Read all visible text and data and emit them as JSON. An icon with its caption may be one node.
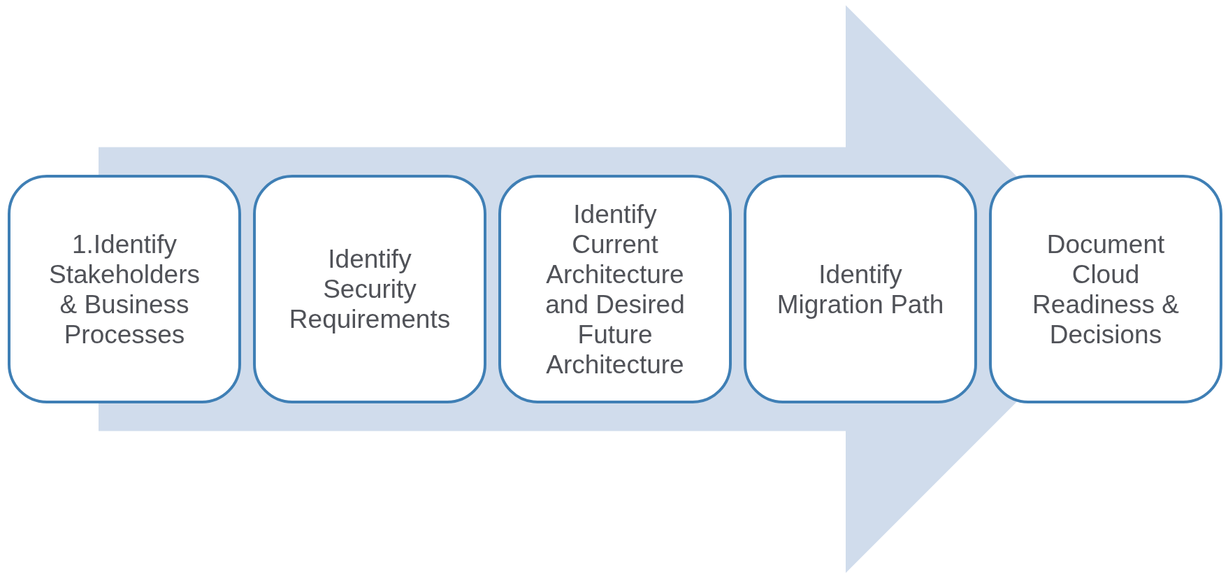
{
  "diagram": {
    "nodes": [
      {
        "text": [
          "1.Identify Stakeholders & Business Processes"
        ]
      },
      {
        "text": [
          "Identify Security Requirements"
        ]
      },
      {
        "text": [
          "Identify Current Architecture and Desired Future Architecture"
        ]
      },
      {
        "text": [
          "Identify Migration Path"
        ]
      },
      {
        "text": [
          "Document Cloud Readiness & Decisions"
        ]
      }
    ],
    "edges": [
      {
        "from": 0,
        "to": 4,
        "arrow": "to",
        "style": "thick"
      }
    ]
  }
}
